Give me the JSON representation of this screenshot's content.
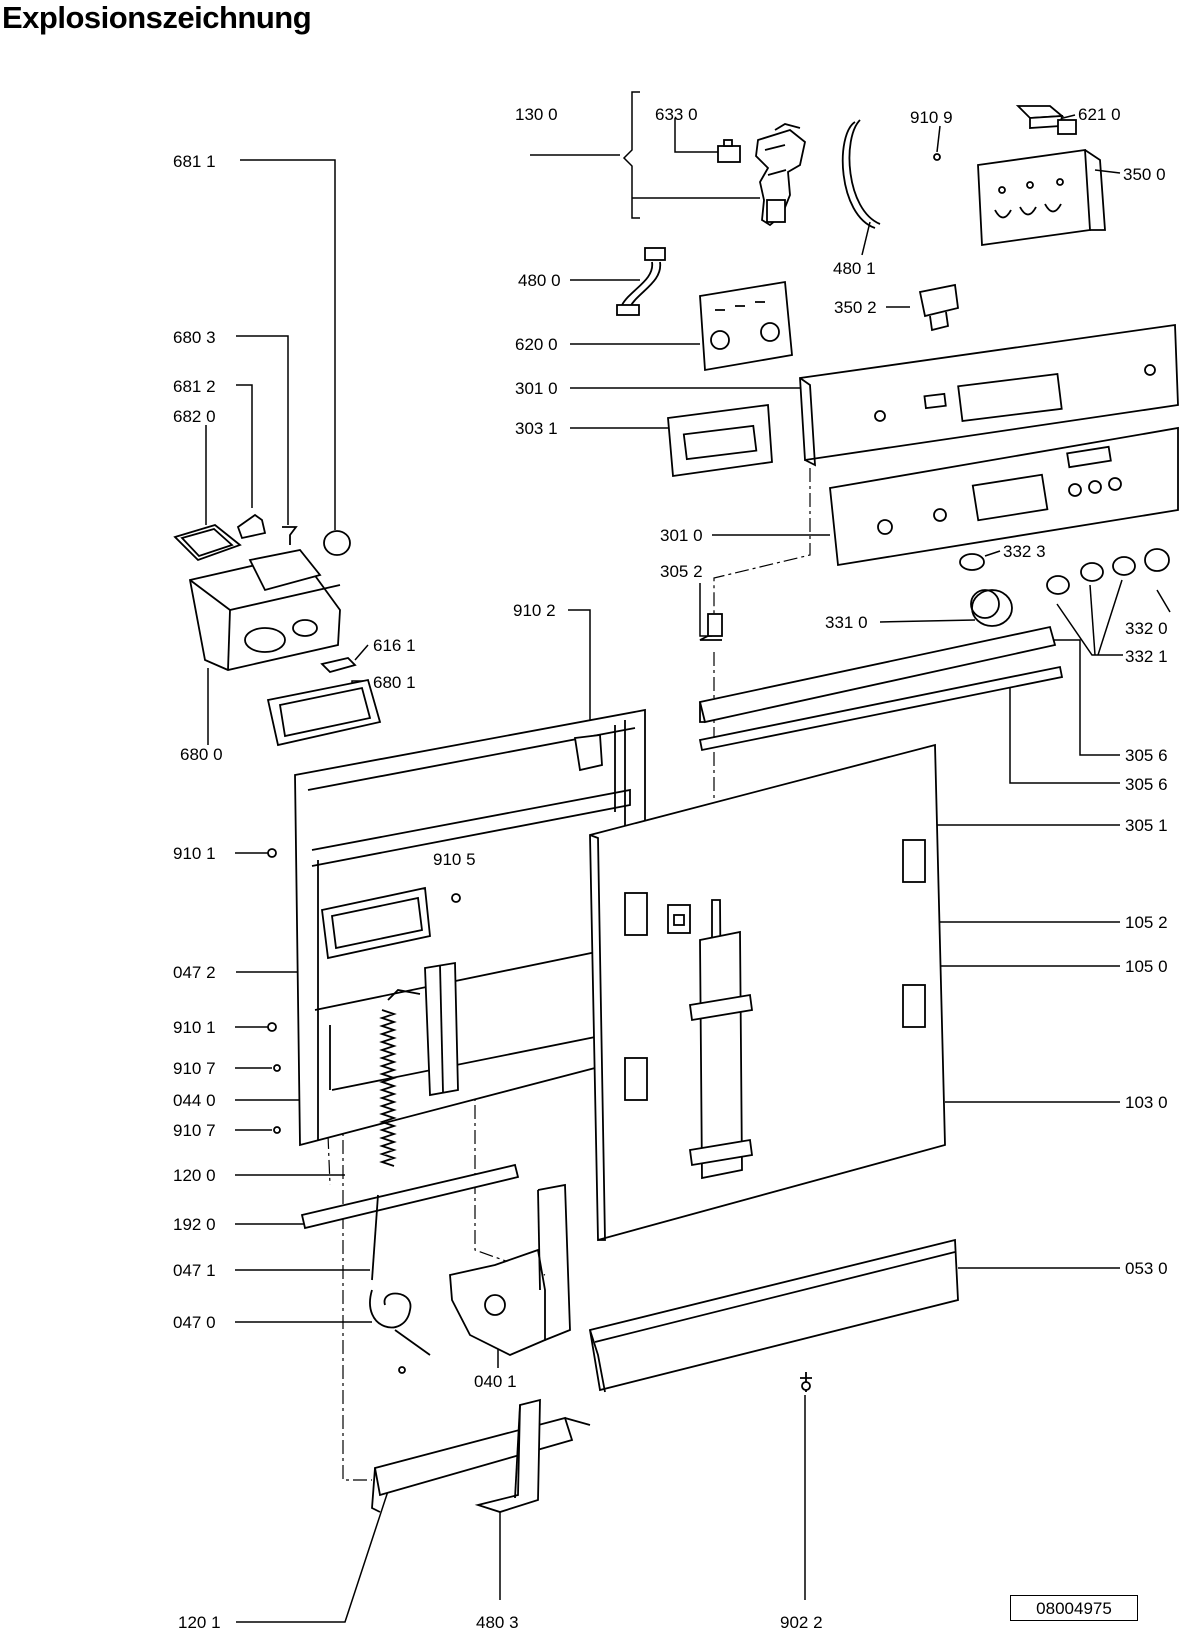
{
  "title": "Explosionszeichnung",
  "doc_number": "08004975",
  "labels": {
    "p6811": "681 1",
    "p1300": "130 0",
    "p6330": "633 0",
    "p9109": "910 9",
    "p6210": "621 0",
    "p3500": "350 0",
    "p4800": "480 0",
    "p4801": "480 1",
    "p3502": "350 2",
    "p6803": "680 3",
    "p6200": "620 0",
    "p6812": "681 2",
    "p6820": "682 0",
    "p3010a": "301 0",
    "p3031": "303 1",
    "p3010b": "301 0",
    "p3323": "332 3",
    "p3052": "305 2",
    "p9102": "910 2",
    "p3310": "331 0",
    "p3320": "332 0",
    "p6161": "616 1",
    "p3321": "332 1",
    "p6801": "680 1",
    "p6800": "680 0",
    "p3056a": "305 6",
    "p3056b": "305 6",
    "p3051": "305 1",
    "p9101a": "910 1",
    "p9105": "910 5",
    "p1052": "105 2",
    "p1050": "105 0",
    "p0472": "047 2",
    "p9101b": "910 1",
    "p9107a": "910 7",
    "p0440": "044 0",
    "p1030": "103 0",
    "p9107b": "910 7",
    "p1200": "120 0",
    "p1920": "192 0",
    "p0530": "053 0",
    "p0471": "047 1",
    "p0470": "047 0",
    "p0401": "040 1",
    "p1201": "120 1",
    "p4803": "480 3",
    "p9022": "902 2"
  },
  "colors": {
    "ink": "#000000",
    "paper": "#ffffff"
  }
}
